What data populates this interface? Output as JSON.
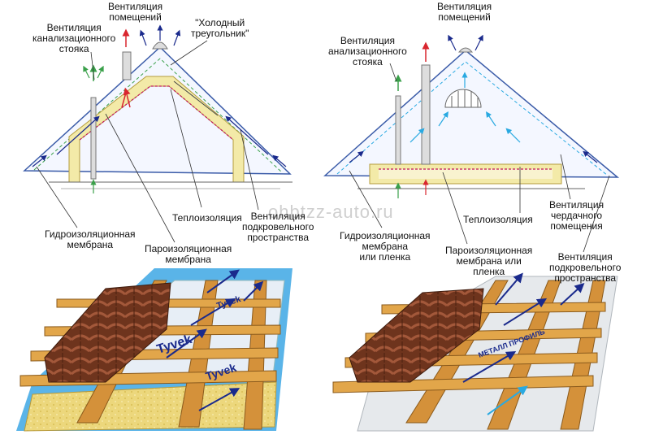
{
  "watermark": "ohbtzz-auto.ru",
  "left": {
    "vent_rooms": [
      "Вентиляция",
      "помещений"
    ],
    "vent_sewer": [
      "Вентиляция",
      "канализационного",
      "стояка"
    ],
    "cold_triangle": [
      "\"Холодный",
      "треугольник\""
    ],
    "thermal_insulation": [
      "Теплоизоляция"
    ],
    "vent_underroof": [
      "Вентиляция",
      "подкровельного",
      "пространства"
    ],
    "waterproof_membrane": [
      "Гидроизоляционная",
      "мембрана"
    ],
    "vapor_membrane": [
      "Пароизоляционная",
      "мембрана"
    ],
    "membrane_brand": "Tyvek"
  },
  "right": {
    "vent_rooms": [
      "Вентиляция",
      "помещений"
    ],
    "vent_sewer": [
      "Вентиляция",
      "анализационного",
      "стояка"
    ],
    "thermal_insulation": [
      "Теплоизоляция"
    ],
    "waterproof_membrane": [
      "Гидроизоляционная",
      "мембрана",
      "или пленка"
    ],
    "vapor_membrane": [
      "Пароизоляционная",
      "мембрана или",
      "пленка"
    ],
    "vent_attic": [
      "Вентиляция",
      "чердачного",
      "помещения"
    ],
    "vent_underroof": [
      "Вентиляция",
      "подкровельного",
      "пространства"
    ],
    "membrane_brand": "МЕТАЛЛ ПРОФИЛЬ"
  },
  "colors": {
    "roof_line": "#3a5ba8",
    "insulation": "#f3eaa8",
    "vapor": "#c2185b",
    "arrow_dark": "#1a2a8c",
    "arrow_light": "#29a9e1",
    "arrow_red": "#d9262e",
    "arrow_green": "#3aa04a",
    "timber": "#e2a64a",
    "tile": "#7a3b22"
  }
}
